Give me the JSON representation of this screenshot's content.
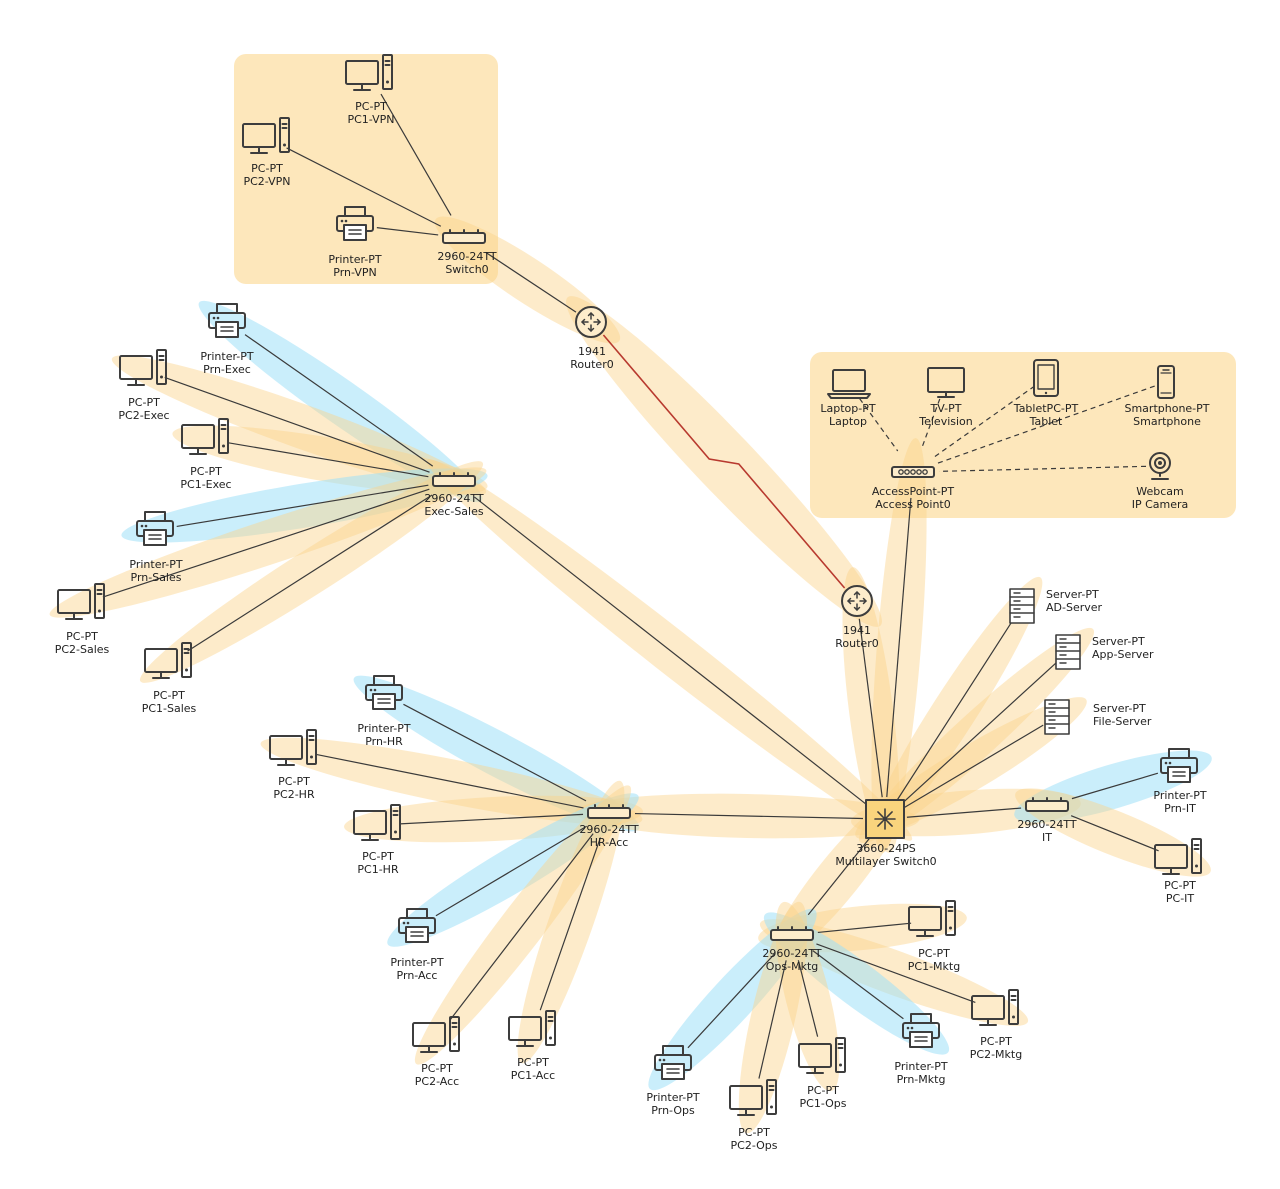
{
  "colors": {
    "zone": "#fde7bb",
    "halo_orange": "#fbd38a",
    "halo_blue": "#9fe0f8",
    "link": "#3a3a3a",
    "serial": "#b83a2f",
    "icon": "#3d3d3d"
  },
  "devices": [
    {
      "id": "pc1vpn",
      "icon": "pc-icon",
      "model": "PC-PT",
      "name": "PC1-VPN"
    },
    {
      "id": "pc2vpn",
      "icon": "pc-icon",
      "model": "PC-PT",
      "name": "PC2-VPN"
    },
    {
      "id": "prnvpn",
      "icon": "printer-icon",
      "model": "Printer-PT",
      "name": "Prn-VPN"
    },
    {
      "id": "sw0",
      "icon": "switch-icon",
      "model": "2960-24TT",
      "name": "Switch0"
    },
    {
      "id": "r0a",
      "icon": "router-icon",
      "model": "1941",
      "name": "Router0"
    },
    {
      "id": "prnexec",
      "icon": "printer-icon",
      "model": "Printer-PT",
      "name": "Prn-Exec"
    },
    {
      "id": "pc2exec",
      "icon": "pc-icon",
      "model": "PC-PT",
      "name": "PC2-Exec"
    },
    {
      "id": "pc1exec",
      "icon": "pc-icon",
      "model": "PC-PT",
      "name": "PC1-Exec"
    },
    {
      "id": "swexec",
      "icon": "switch-icon",
      "model": "2960-24TT",
      "name": "Exec-Sales"
    },
    {
      "id": "prnsales",
      "icon": "printer-icon",
      "model": "Printer-PT",
      "name": "Prn-Sales"
    },
    {
      "id": "pc2sales",
      "icon": "pc-icon",
      "model": "PC-PT",
      "name": "PC2-Sales"
    },
    {
      "id": "pc1sales",
      "icon": "pc-icon",
      "model": "PC-PT",
      "name": "PC1-Sales"
    },
    {
      "id": "laptop",
      "icon": "laptop-icon",
      "model": "Laptop-PT",
      "name": "Laptop"
    },
    {
      "id": "tv",
      "icon": "tv-icon",
      "model": "TV-PT",
      "name": "Television"
    },
    {
      "id": "tablet",
      "icon": "tablet-icon",
      "model": "TabletPC-PT",
      "name": "Tablet"
    },
    {
      "id": "phone",
      "icon": "smartphone-icon",
      "model": "Smartphone-PT",
      "name": "Smartphone"
    },
    {
      "id": "ap",
      "icon": "access-point-icon",
      "model": "AccessPoint-PT",
      "name": "Access Point0"
    },
    {
      "id": "cam",
      "icon": "webcam-icon",
      "model": "Webcam",
      "name": "IP Camera"
    },
    {
      "id": "r0b",
      "icon": "router-icon",
      "model": "1941",
      "name": "Router0"
    },
    {
      "id": "adsrv",
      "icon": "server-icon",
      "model": "Server-PT",
      "name": "AD-Server"
    },
    {
      "id": "appsrv",
      "icon": "server-icon",
      "model": "Server-PT",
      "name": "App-Server"
    },
    {
      "id": "filesrv",
      "icon": "server-icon",
      "model": "Server-PT",
      "name": "File-Server"
    },
    {
      "id": "prnhr",
      "icon": "printer-icon",
      "model": "Printer-PT",
      "name": "Prn-HR"
    },
    {
      "id": "pc2hr",
      "icon": "pc-icon",
      "model": "PC-PT",
      "name": "PC2-HR"
    },
    {
      "id": "pc1hr",
      "icon": "pc-icon",
      "model": "PC-PT",
      "name": "PC1-HR"
    },
    {
      "id": "swhr",
      "icon": "switch-icon",
      "model": "2960-24TT",
      "name": "HR-Acc"
    },
    {
      "id": "ml",
      "icon": "multilayer-switch-icon",
      "model": "3660-24PS",
      "name": "Multilayer Switch0"
    },
    {
      "id": "swit",
      "icon": "switch-icon",
      "model": "2960-24TT",
      "name": "IT"
    },
    {
      "id": "prnit",
      "icon": "printer-icon",
      "model": "Printer-PT",
      "name": "Prn-IT"
    },
    {
      "id": "pcit",
      "icon": "pc-icon",
      "model": "PC-PT",
      "name": "PC-IT"
    },
    {
      "id": "prnacc",
      "icon": "printer-icon",
      "model": "Printer-PT",
      "name": "Prn-Acc"
    },
    {
      "id": "pc2acc",
      "icon": "pc-icon",
      "model": "PC-PT",
      "name": "PC2-Acc"
    },
    {
      "id": "pc1acc",
      "icon": "pc-icon",
      "model": "PC-PT",
      "name": "PC1-Acc"
    },
    {
      "id": "swops",
      "icon": "switch-icon",
      "model": "2960-24TT",
      "name": "Ops-Mktg"
    },
    {
      "id": "pc1mktg",
      "icon": "pc-icon",
      "model": "PC-PT",
      "name": "PC1-Mktg"
    },
    {
      "id": "pc2mktg",
      "icon": "pc-icon",
      "model": "PC-PT",
      "name": "PC2-Mktg"
    },
    {
      "id": "prnmktg",
      "icon": "printer-icon",
      "model": "Printer-PT",
      "name": "Prn-Mktg"
    },
    {
      "id": "prnops",
      "icon": "printer-icon",
      "model": "Printer-PT",
      "name": "Prn-Ops"
    },
    {
      "id": "pc2ops",
      "icon": "pc-icon",
      "model": "PC-PT",
      "name": "PC2-Ops"
    },
    {
      "id": "pc1ops",
      "icon": "pc-icon",
      "model": "PC-PT",
      "name": "PC1-Ops"
    }
  ],
  "links": [
    {
      "from": "pc1vpn",
      "to": "sw0",
      "type": "ethernet",
      "halo": "none"
    },
    {
      "from": "pc2vpn",
      "to": "sw0",
      "type": "ethernet",
      "halo": "none"
    },
    {
      "from": "prnvpn",
      "to": "sw0",
      "type": "ethernet",
      "halo": "none"
    },
    {
      "from": "sw0",
      "to": "r0a",
      "type": "ethernet",
      "halo": "orange"
    },
    {
      "from": "r0a",
      "to": "r0b",
      "type": "serial",
      "halo": "orange"
    },
    {
      "from": "prnexec",
      "to": "swexec",
      "type": "ethernet",
      "halo": "blue"
    },
    {
      "from": "pc2exec",
      "to": "swexec",
      "type": "ethernet",
      "halo": "orange"
    },
    {
      "from": "pc1exec",
      "to": "swexec",
      "type": "ethernet",
      "halo": "orange"
    },
    {
      "from": "prnsales",
      "to": "swexec",
      "type": "ethernet",
      "halo": "blue"
    },
    {
      "from": "pc2sales",
      "to": "swexec",
      "type": "ethernet",
      "halo": "orange"
    },
    {
      "from": "pc1sales",
      "to": "swexec",
      "type": "ethernet",
      "halo": "orange"
    },
    {
      "from": "swexec",
      "to": "ml",
      "type": "ethernet",
      "halo": "orange"
    },
    {
      "from": "laptop",
      "to": "ap",
      "type": "wireless",
      "halo": "none"
    },
    {
      "from": "tv",
      "to": "ap",
      "type": "wireless",
      "halo": "none"
    },
    {
      "from": "tablet",
      "to": "ap",
      "type": "wireless",
      "halo": "none"
    },
    {
      "from": "phone",
      "to": "ap",
      "type": "wireless",
      "halo": "none"
    },
    {
      "from": "cam",
      "to": "ap",
      "type": "wireless",
      "halo": "none"
    },
    {
      "from": "ap",
      "to": "ml",
      "type": "ethernet",
      "halo": "orange"
    },
    {
      "from": "r0b",
      "to": "ml",
      "type": "ethernet",
      "halo": "orange"
    },
    {
      "from": "adsrv",
      "to": "ml",
      "type": "ethernet",
      "halo": "orange"
    },
    {
      "from": "appsrv",
      "to": "ml",
      "type": "ethernet",
      "halo": "orange"
    },
    {
      "from": "filesrv",
      "to": "ml",
      "type": "ethernet",
      "halo": "orange"
    },
    {
      "from": "prnhr",
      "to": "swhr",
      "type": "ethernet",
      "halo": "blue"
    },
    {
      "from": "pc2hr",
      "to": "swhr",
      "type": "ethernet",
      "halo": "orange"
    },
    {
      "from": "pc1hr",
      "to": "swhr",
      "type": "ethernet",
      "halo": "orange"
    },
    {
      "from": "swhr",
      "to": "ml",
      "type": "ethernet",
      "halo": "orange"
    },
    {
      "from": "prnacc",
      "to": "swhr",
      "type": "ethernet",
      "halo": "blue"
    },
    {
      "from": "pc2acc",
      "to": "swhr",
      "type": "ethernet",
      "halo": "orange"
    },
    {
      "from": "pc1acc",
      "to": "swhr",
      "type": "ethernet",
      "halo": "orange"
    },
    {
      "from": "swit",
      "to": "ml",
      "type": "ethernet",
      "halo": "orange"
    },
    {
      "from": "prnit",
      "to": "swit",
      "type": "ethernet",
      "halo": "blue"
    },
    {
      "from": "pcit",
      "to": "swit",
      "type": "ethernet",
      "halo": "orange"
    },
    {
      "from": "ml",
      "to": "swops",
      "type": "ethernet",
      "halo": "orange"
    },
    {
      "from": "pc1mktg",
      "to": "swops",
      "type": "ethernet",
      "halo": "orange"
    },
    {
      "from": "pc2mktg",
      "to": "swops",
      "type": "ethernet",
      "halo": "orange"
    },
    {
      "from": "prnmktg",
      "to": "swops",
      "type": "ethernet",
      "halo": "blue"
    },
    {
      "from": "prnops",
      "to": "swops",
      "type": "ethernet",
      "halo": "blue"
    },
    {
      "from": "pc2ops",
      "to": "swops",
      "type": "ethernet",
      "halo": "orange"
    },
    {
      "from": "pc1ops",
      "to": "swops",
      "type": "ethernet",
      "halo": "orange"
    }
  ]
}
